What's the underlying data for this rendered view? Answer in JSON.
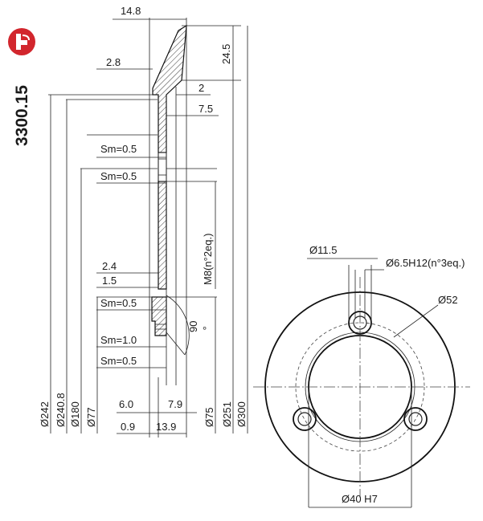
{
  "part_code": "3300.15",
  "brand_color": "#d2262d",
  "brand_icon": "valve-logo-icon",
  "section_dims": {
    "top_width": "14.8",
    "top_height": "24.5",
    "lip": "2.8",
    "step_2": "2",
    "step_7_5": "7.5",
    "sm_05_a": "Sm=0.5",
    "sm_05_b": "Sm=0.5",
    "thread": "M8(n°2eq.)",
    "d_2_4": "2.4",
    "d_1_5": "1.5",
    "sm_05_c": "Sm=0.5",
    "angle": "90",
    "angle_unit": "°",
    "sm_10": "Sm=1.0",
    "sm_05_d": "Sm=0.5",
    "d_6_0": "6.0",
    "d_7_9": "7.9",
    "d_0_9": "0.9",
    "d_13_9": "13.9"
  },
  "diameters": {
    "d242": "Ø242",
    "d240_8": "Ø240.8",
    "d180": "Ø180",
    "d77": "Ø77",
    "d75": "Ø75",
    "d251": "Ø251",
    "d300": "Ø300"
  },
  "flange_dims": {
    "hole_dia": "Ø11.5",
    "hole_tol": "Ø6.5H12(n°3eq.)",
    "pcd": "Ø52",
    "bore": "Ø40 H7"
  }
}
